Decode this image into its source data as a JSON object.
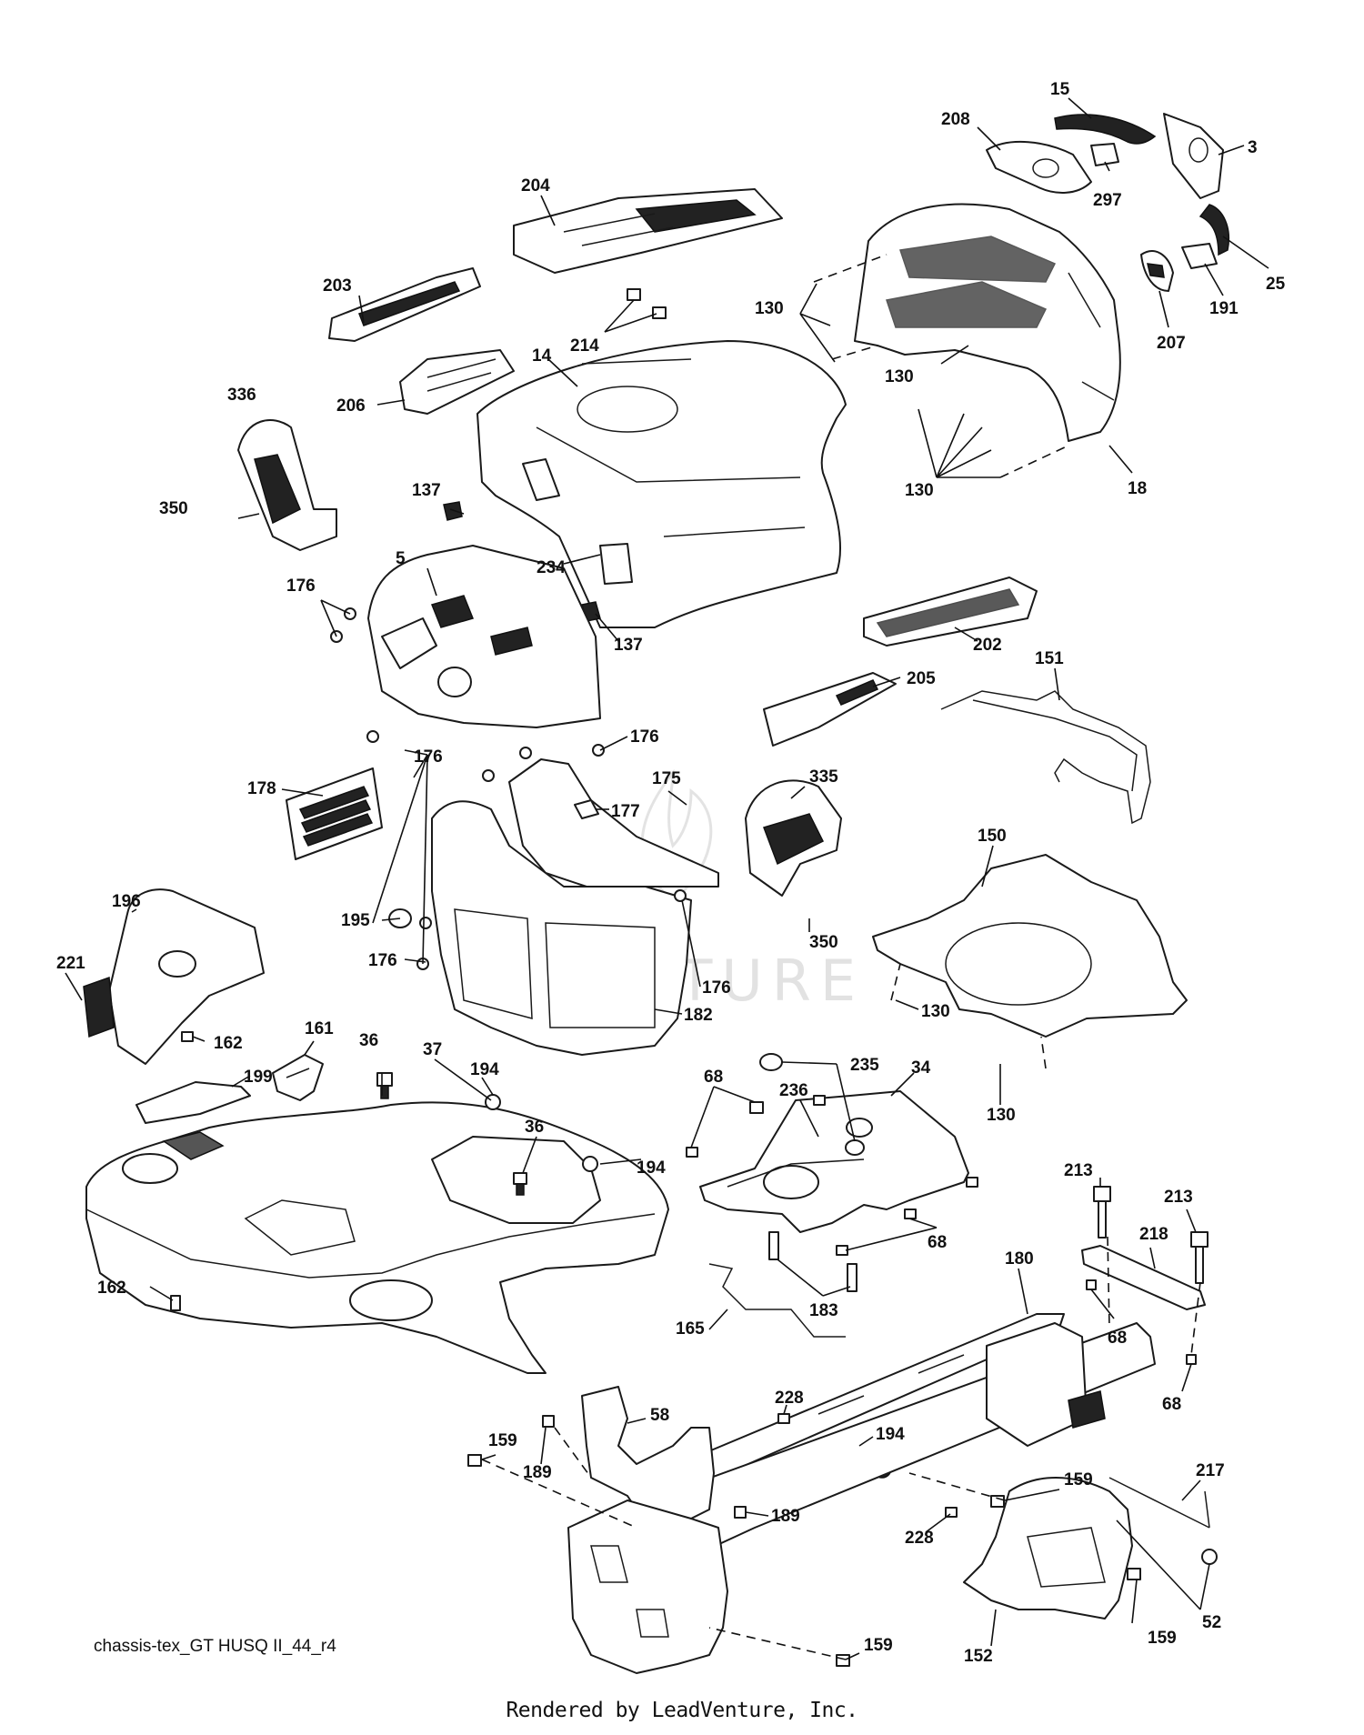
{
  "diagram": {
    "drawing_code": "chassis-tex_GT HUSQ II_44_r4",
    "credit": "Rendered by LeadVenture, Inc.",
    "watermark_text": "ENTURE",
    "callouts": [
      "15",
      "208",
      "3",
      "297",
      "25",
      "204",
      "191",
      "130",
      "203",
      "214",
      "207",
      "14",
      "336",
      "206",
      "130",
      "18",
      "350",
      "137",
      "130",
      "234",
      "5",
      "176",
      "137",
      "202",
      "205",
      "151",
      "176",
      "176",
      "178",
      "175",
      "177",
      "335",
      "150",
      "196",
      "195",
      "176",
      "350",
      "176",
      "221",
      "130",
      "182",
      "162",
      "161",
      "36",
      "37",
      "194",
      "199",
      "36",
      "235",
      "68",
      "236",
      "34",
      "130",
      "194",
      "213",
      "213",
      "68",
      "218",
      "162",
      "183",
      "180",
      "165",
      "68",
      "68",
      "228",
      "58",
      "194",
      "159",
      "189",
      "159",
      "217",
      "189",
      "228",
      "52",
      "159",
      "152",
      "159"
    ]
  }
}
